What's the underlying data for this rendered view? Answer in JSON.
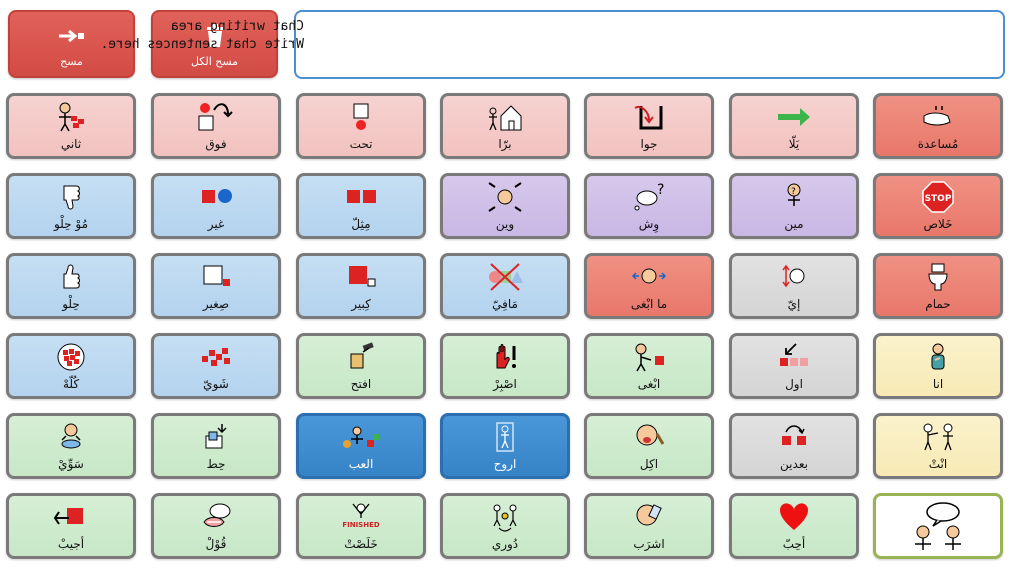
{
  "toolbar": {
    "clear_label": "مسح",
    "clear_all_label": "مسح الكل",
    "clear_icon": "backspace-arrow-icon",
    "clear_all_icon": "trash-can-icon"
  },
  "writing_area": {
    "line1": "Chat writing area",
    "line2": "Write chat sentences here."
  },
  "colors": {
    "danger": "#d24b44",
    "pink": "#f2c2bf",
    "salmon": "#e8776a",
    "blue": "#b4d3ee",
    "purple": "#c9b7e4",
    "grey": "#d4d4d4",
    "green": "#c7e7c7",
    "yellow": "#f7eab5",
    "selected": "#3683c6"
  },
  "grid": {
    "rows": [
      [
        {
          "label": "ثاني",
          "icon": "second-person-icon"
        },
        {
          "label": "فوق",
          "icon": "up-over-icon"
        },
        {
          "label": "تحت",
          "icon": "under-icon"
        },
        {
          "label": "برّا",
          "icon": "outside-house-icon"
        },
        {
          "label": "جوا",
          "icon": "inside-arrow-icon"
        },
        {
          "label": "يَلّا",
          "icon": "green-arrow-icon"
        },
        {
          "label": "مُساعدة",
          "icon": "help-hand-icon"
        }
      ],
      [
        {
          "label": "مُوْ حِلْو",
          "icon": "thumbs-down-icon"
        },
        {
          "label": "غير",
          "icon": "different-shapes-icon"
        },
        {
          "label": "مِثِلّ",
          "icon": "same-squares-icon"
        },
        {
          "label": "وين",
          "icon": "where-icon"
        },
        {
          "label": "وِش",
          "icon": "what-thought-icon"
        },
        {
          "label": "مين",
          "icon": "who-icon"
        },
        {
          "label": "خَلاص",
          "icon": "stop-sign-icon"
        }
      ],
      [
        {
          "label": "حِلْو",
          "icon": "thumbs-up-icon"
        },
        {
          "label": "صِغير",
          "icon": "small-square-icon"
        },
        {
          "label": "كِبير",
          "icon": "big-square-icon"
        },
        {
          "label": "مَافِيّ",
          "icon": "none-crossed-icon"
        },
        {
          "label": "ما ابْغى",
          "icon": "dont-want-icon"
        },
        {
          "label": "إيّ",
          "icon": "yes-nod-icon"
        },
        {
          "label": "حمام",
          "icon": "toilet-icon"
        }
      ],
      [
        {
          "label": "كُلّهْ",
          "icon": "all-items-icon"
        },
        {
          "label": "شَويّ",
          "icon": "some-items-icon"
        },
        {
          "label": "افتح",
          "icon": "open-jar-icon"
        },
        {
          "label": "اصْبِرْ",
          "icon": "wait-hand-icon"
        },
        {
          "label": "ابْغى",
          "icon": "want-icon"
        },
        {
          "label": "اول",
          "icon": "first-arrow-icon"
        },
        {
          "label": "انا",
          "icon": "me-pointing-icon"
        }
      ],
      [
        {
          "label": "سَوِّيْ",
          "icon": "make-icon"
        },
        {
          "label": "حِط",
          "icon": "put-icon"
        },
        {
          "label": "العب",
          "icon": "play-toys-icon"
        },
        {
          "label": "اروح",
          "icon": "go-door-icon"
        },
        {
          "label": "اكِل",
          "icon": "eat-icon"
        },
        {
          "label": "بعدين",
          "icon": "later-arrow-icon"
        },
        {
          "label": "انْتْ",
          "icon": "you-pointing-icon"
        }
      ],
      [
        {
          "label": "أجيبْ",
          "icon": "bring-icon"
        },
        {
          "label": "قُوْلْ",
          "icon": "say-icon"
        },
        {
          "label": "خَلَصْتْ",
          "icon": "finished-icon",
          "badge": "FINISHED"
        },
        {
          "label": "دُوري",
          "icon": "turn-icon"
        },
        {
          "label": "اشرَب",
          "icon": "drink-icon"
        },
        {
          "label": "أحِبّ",
          "icon": "heart-icon"
        },
        {
          "label": "",
          "icon": "chat-people-icon"
        }
      ]
    ]
  },
  "stop_sign_text": "STOP"
}
